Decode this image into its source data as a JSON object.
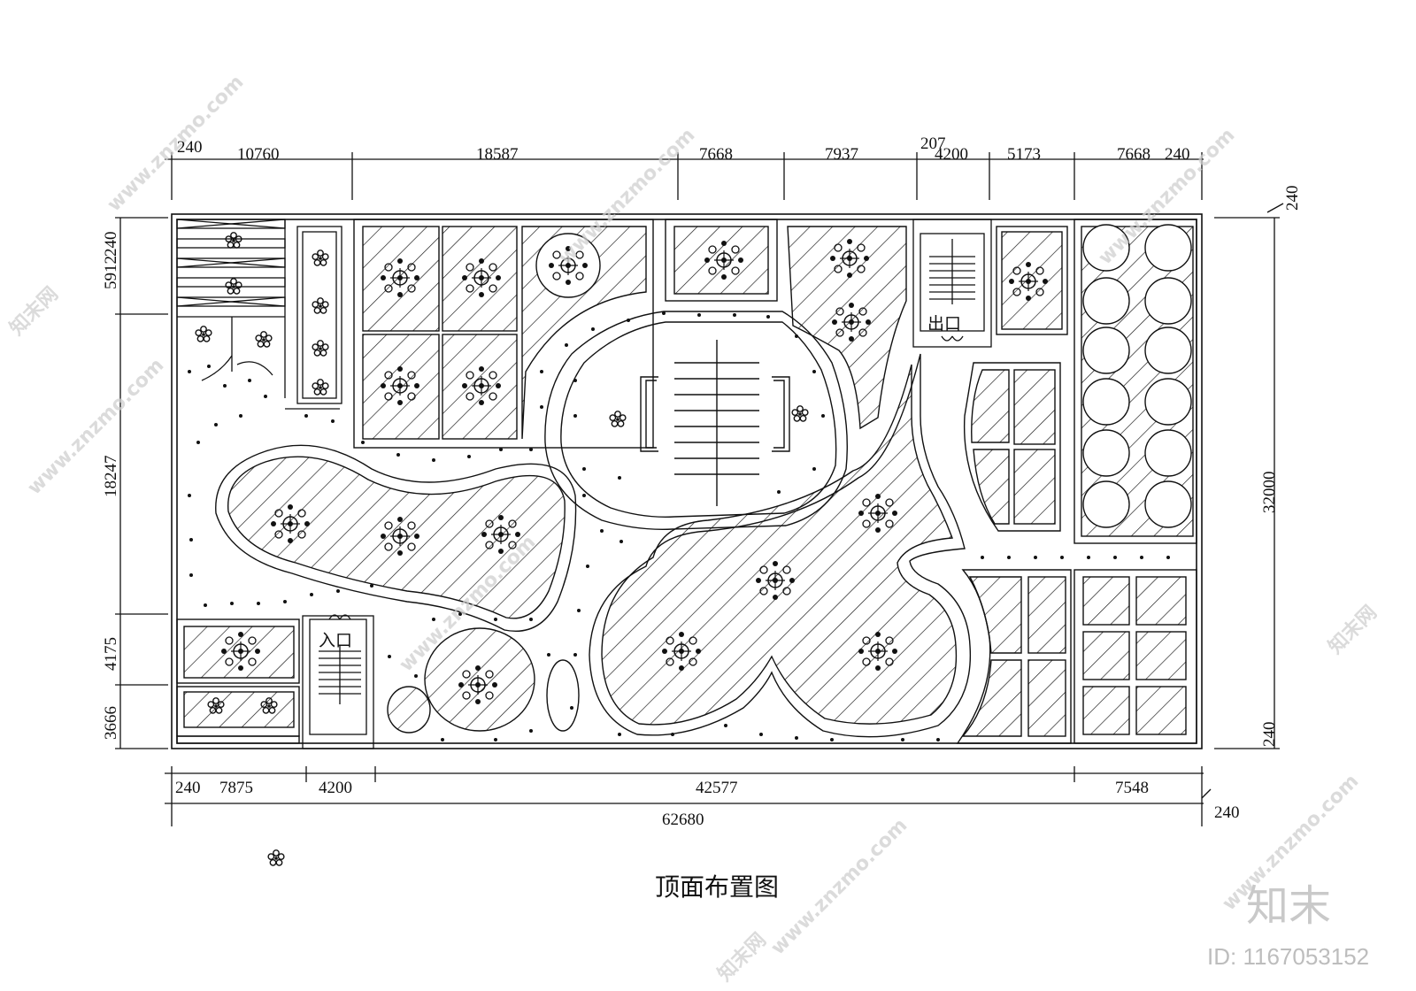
{
  "drawing": {
    "title": "顶面布置图",
    "entrance_label": "入口",
    "exit_label": "出口"
  },
  "dimensions": {
    "top": [
      "240",
      "10760",
      "18587",
      "7668",
      "7937",
      "207",
      "4200",
      "5173",
      "7668",
      "240"
    ],
    "bottom": [
      "240",
      "7875",
      "4200",
      "42577",
      "7548"
    ],
    "total_width": "62680",
    "corner_bottom_right": "240",
    "left": [
      "240",
      "5912",
      "18247",
      "4175",
      "3666"
    ],
    "right": [
      "240",
      "32000",
      "240"
    ]
  },
  "watermark": {
    "logo": "知末",
    "id_text": "ID: 1167053152",
    "site": "www.znzmo.com",
    "brand": "知末网"
  },
  "colors": {
    "line": "#111111",
    "watermark": "#cfcfcf"
  }
}
